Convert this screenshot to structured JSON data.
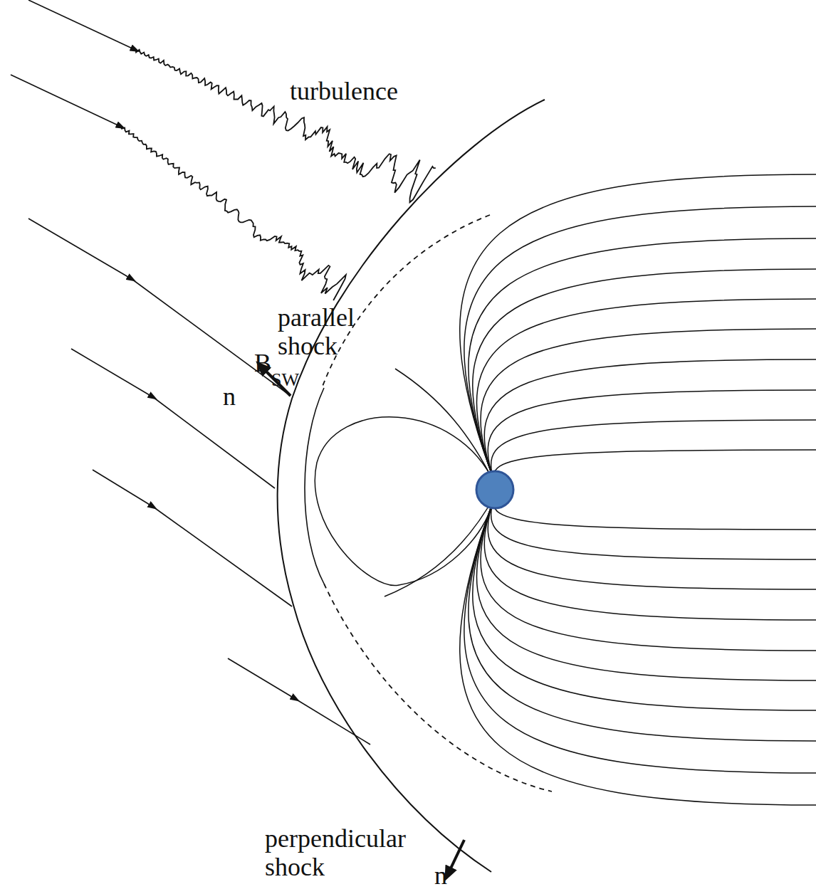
{
  "diagram": {
    "labels": [
      "turbulence",
      "parallel shock",
      "B",
      "SW",
      "n",
      "perpendicular shock",
      "n"
    ]
  }
}
